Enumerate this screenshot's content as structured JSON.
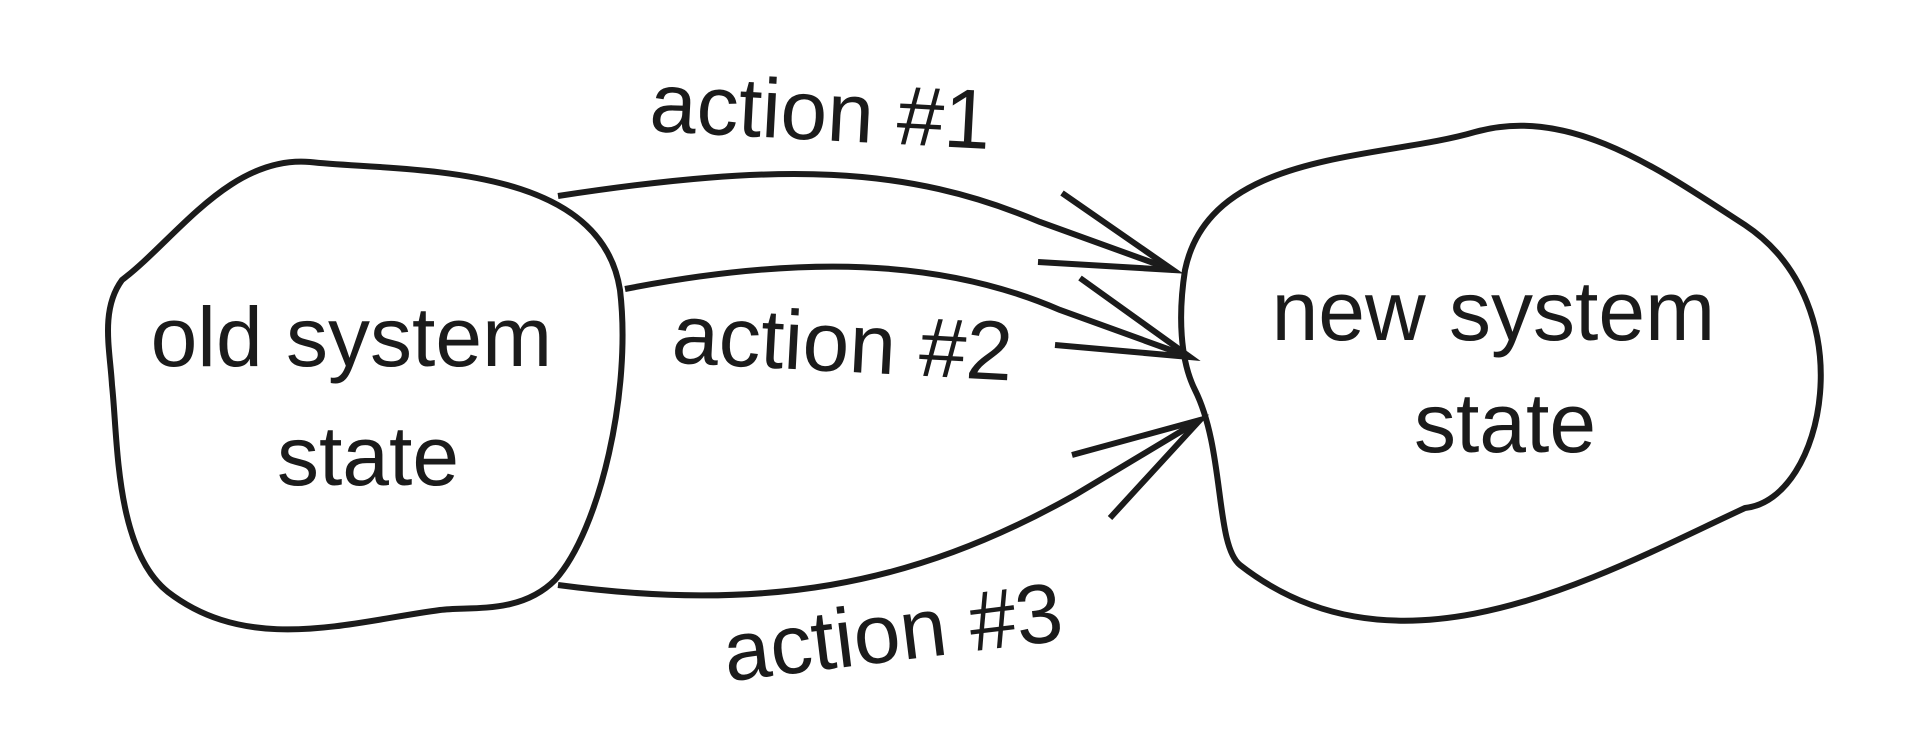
{
  "diagram": {
    "nodes": {
      "old_state": {
        "line1": "old system",
        "line2": "state"
      },
      "new_state": {
        "line1": "new system",
        "line2": "state"
      }
    },
    "actions": {
      "action_1": "action #1",
      "action_2": "action #2",
      "action_3": "action #3"
    },
    "colors": {
      "stroke": "#1b1b1b",
      "background": "#ffffff"
    }
  }
}
